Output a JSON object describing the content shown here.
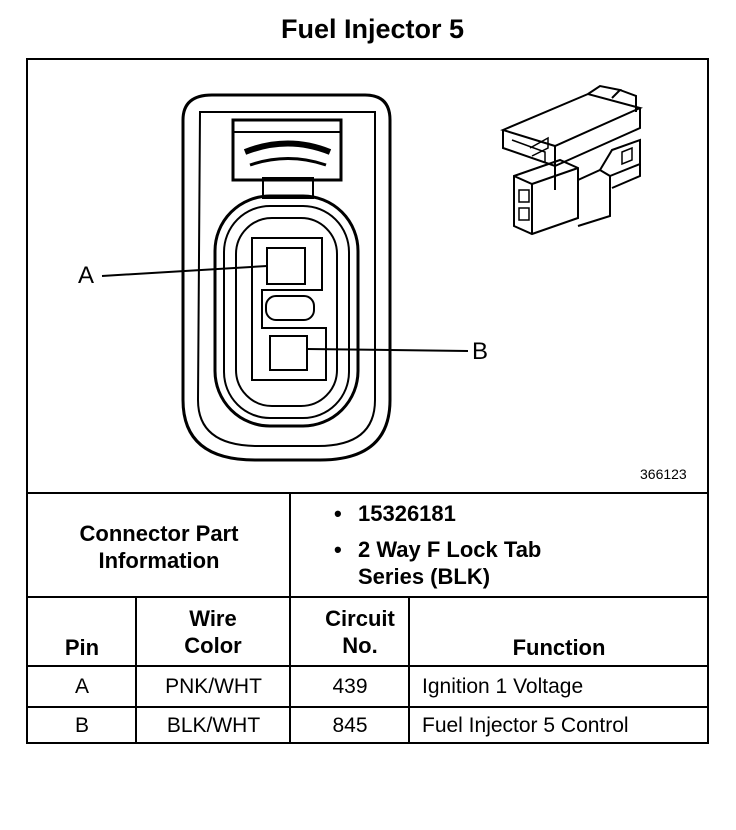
{
  "title": "Fuel Injector 5",
  "figure_id": "366123",
  "callouts": {
    "a": "A",
    "b": "B"
  },
  "connector_info": {
    "label": "Connector Part Information",
    "items": [
      "15326181",
      "2 Way F Lock Tab Series (BLK)"
    ],
    "bullet": "•"
  },
  "table": {
    "headers": {
      "pin": "Pin",
      "wire_color": "Wire Color",
      "circuit_no": "Circuit No.",
      "function": "Function"
    },
    "rows": [
      {
        "pin": "A",
        "wire_color": "PNK/WHT",
        "circuit_no": "439",
        "function": "Ignition 1 Voltage"
      },
      {
        "pin": "B",
        "wire_color": "BLK/WHT",
        "circuit_no": "845",
        "function": "Fuel Injector 5 Control"
      }
    ]
  }
}
